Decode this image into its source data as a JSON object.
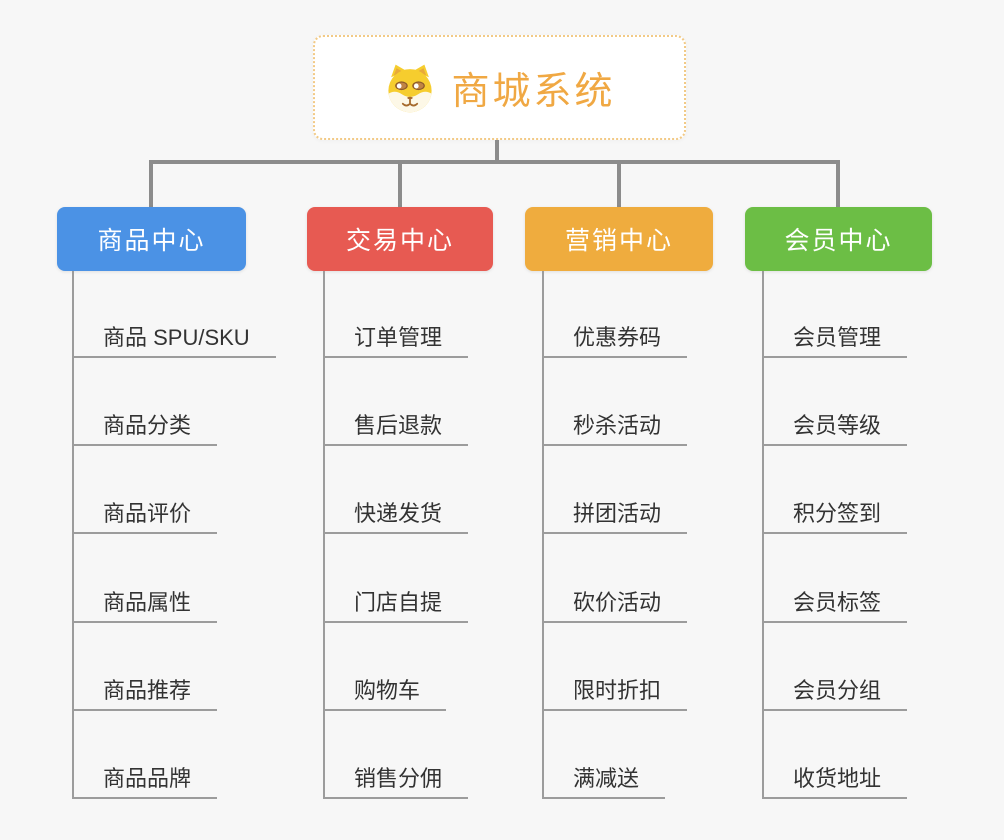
{
  "root": {
    "title": "商城系统",
    "icon": "dog-face-icon",
    "title_color": "#F0A843",
    "border_color": "#F2CA86"
  },
  "colors": {
    "background": "#F7F7F7",
    "connector": "#8C8C8C",
    "leaf_line": "#9C9C9C",
    "leaf_text": "#333333"
  },
  "branches": [
    {
      "label": "商品中心",
      "color": "#4B92E5",
      "children": [
        "商品 SPU/SKU",
        "商品分类",
        "商品评价",
        "商品属性",
        "商品推荐",
        "商品品牌"
      ]
    },
    {
      "label": "交易中心",
      "color": "#E75A52",
      "children": [
        "订单管理",
        "售后退款",
        "快递发货",
        "门店自提",
        "购物车",
        "销售分佣"
      ]
    },
    {
      "label": "营销中心",
      "color": "#EFAC3E",
      "children": [
        "优惠券码",
        "秒杀活动",
        "拼团活动",
        "砍价活动",
        "限时折扣",
        "满减送"
      ]
    },
    {
      "label": "会员中心",
      "color": "#6CBE45",
      "children": [
        "会员管理",
        "会员等级",
        "积分签到",
        "会员标签",
        "会员分组",
        "收货地址"
      ]
    }
  ]
}
